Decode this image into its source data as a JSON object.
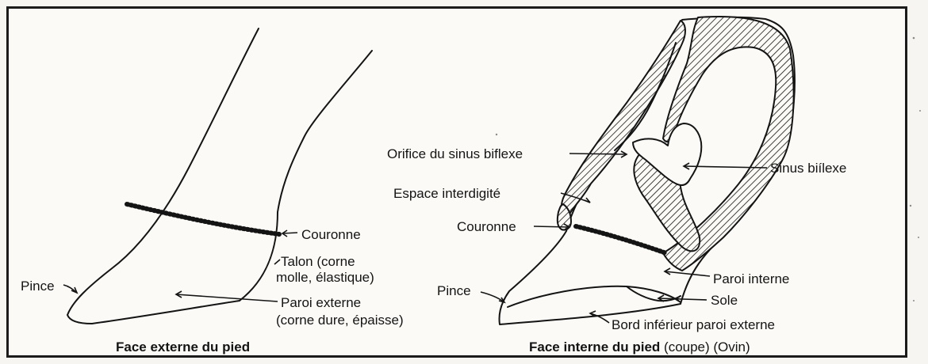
{
  "left_figure": {
    "caption": "Face externe du pied",
    "labels": {
      "pince": "Pince",
      "couronne": "Couronne",
      "talon_1": "Talon (corne",
      "talon_2": "molle, élastique)",
      "paroi_1": "Paroi externe",
      "paroi_2": "(corne dure, épaisse)"
    }
  },
  "right_figure": {
    "caption_bold": "Face interne du pied",
    "caption_rest": " (coupe) (Ovin)",
    "labels": {
      "orifice": "Orifice du sinus biflexe",
      "sinus": "Sinus biílexe",
      "espace": "Espace interdigité",
      "couronne": "Couronne",
      "paroi_interne": "Paroi interne",
      "pince": "Pince",
      "sole": "Sole",
      "bord": "Bord inférieur paroi externe"
    }
  },
  "colors": {
    "ink": "#141414",
    "paper": "#fbfaf6",
    "border": "#1b1b1b"
  }
}
